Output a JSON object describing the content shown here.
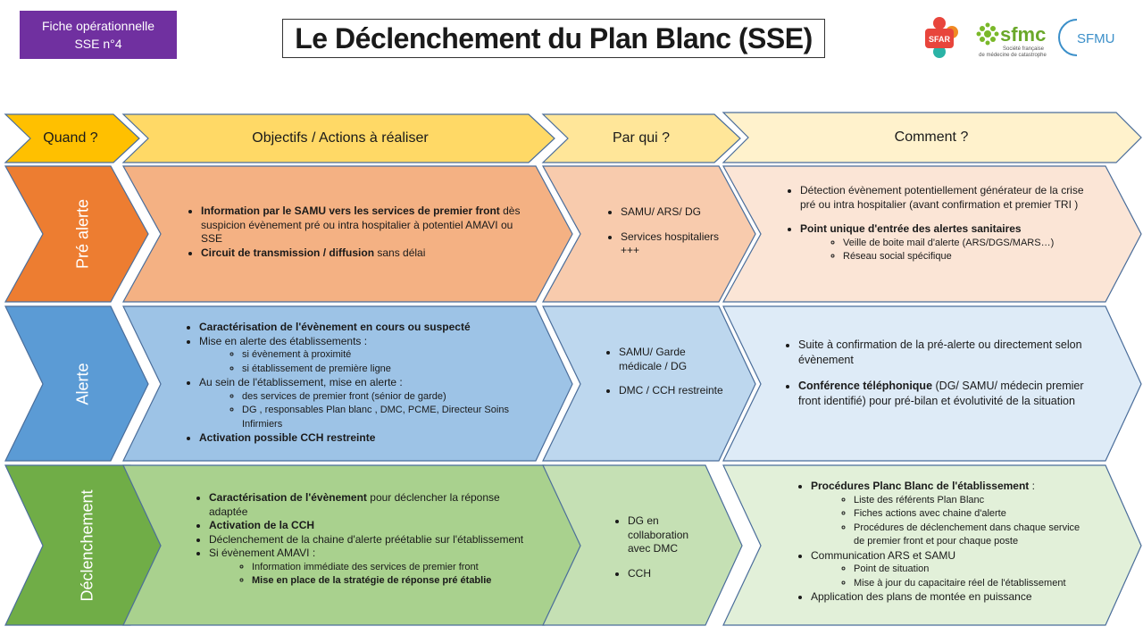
{
  "badge": {
    "line1": "Fiche opérationnelle",
    "line2": "SSE  n°4"
  },
  "title": "Le Déclenchement du Plan Blanc (SSE)",
  "logos": {
    "sfar": "SFAR",
    "sfmc": "sfmc",
    "sfmc_sub1": "Société française",
    "sfmc_sub2": "de médecine de catastrophe",
    "sfmu": "SFMU"
  },
  "colors": {
    "purple": "#7030a0",
    "yellow_dark": "#ffc000",
    "yellow": "#ffd966",
    "yellow_mid": "#ffe699",
    "yellow_light": "#fff2cc",
    "orange_dark": "#ed7d31",
    "orange": "#f4b183",
    "orange_mid": "#f8cbad",
    "orange_light": "#fbe5d6",
    "blue_dark": "#5b9bd5",
    "blue": "#9dc3e6",
    "blue_mid": "#bdd7ee",
    "blue_light": "#deebf7",
    "green_dark": "#70ad47",
    "green": "#a9d18e",
    "green_mid": "#c5e0b4",
    "green_light": "#e2f0d9"
  },
  "headers": {
    "quand": "Quand ?",
    "objectifs": "Objectifs / Actions à réaliser",
    "par_qui": "Par qui ?",
    "comment": "Comment ?"
  },
  "rows": {
    "pre_alerte": {
      "label": "Pré alerte",
      "obj": {
        "b1_bold": "Information par le SAMU vers les services de premier front",
        "b1_rest": " dès suspicion évènement pré ou intra hospitalier à potentiel AMAVI ou SSE",
        "b2_bold": "Circuit de transmission / diffusion",
        "b2_rest": " sans délai"
      },
      "qui": {
        "b1": "SAMU/ ARS/ DG",
        "b2": "Services hospitaliers +++"
      },
      "comment": {
        "b1": "Détection évènement potentiellement générateur de la crise  pré ou intra hospitalier (avant confirmation et premier TRI )",
        "b2_bold": "Point unique d'entrée des alertes sanitaires",
        "s1": "Veille de boite mail d'alerte (ARS/DGS/MARS…)",
        "s2": "Réseau social spécifique"
      }
    },
    "alerte": {
      "label": "Alerte",
      "obj": {
        "b1_bold": "Caractérisation de l'évènement en cours ou suspecté",
        "b2": "Mise en alerte des établissements :",
        "b2_s1": "si évènement à proximité",
        "b2_s2": "si établissement de première ligne",
        "b3": "Au sein de l'établissement, mise en alerte :",
        "b3_s1": "des services de premier front (sénior de garde)",
        "b3_s2": "DG , responsables Plan  blanc , DMC, PCME, Directeur Soins Infirmiers",
        "b4_bold": "Activation possible CCH restreinte"
      },
      "qui": {
        "b1": "SAMU/ Garde médicale / DG",
        "b2": "DMC / CCH restreinte"
      },
      "comment": {
        "b1": "Suite à confirmation de la pré-alerte ou directement selon évènement",
        "b2_bold": "Conférence téléphonique",
        "b2_rest": " (DG/ SAMU/ médecin premier front identifié) pour pré-bilan et évolutivité de la situation"
      }
    },
    "declenchement": {
      "label": "Déclenchement",
      "obj": {
        "b1_bold": "Caractérisation de l'évènement",
        "b1_rest": " pour déclencher la réponse adaptée",
        "b2_bold": "Activation de la CCH",
        "b3": "Déclenchement de la chaine d'alerte préétablie sur l'établissement",
        "b4": "Si évènement AMAVI :",
        "b4_s1": "Information immédiate des services de premier front",
        "b4_s2_bold": "Mise en place de la stratégie de réponse pré établie"
      },
      "qui": {
        "b1": "DG en collaboration avec DMC",
        "b2": "CCH"
      },
      "comment": {
        "b1_bold": "Procédures Planc Blanc de l'établissement",
        "b1_rest": " :",
        "b1_s1": "Liste des référents Plan Blanc",
        "b1_s2": "Fiches  actions avec chaine d'alerte",
        "b1_s3": "Procédures de déclenchement dans chaque service de premier front et pour chaque poste",
        "b2": "Communication ARS et SAMU",
        "b2_s1": "Point de situation",
        "b2_s2": "Mise à jour du  capacitaire réel de l'établissement",
        "b3": "Application des plans de montée en puissance"
      }
    }
  }
}
